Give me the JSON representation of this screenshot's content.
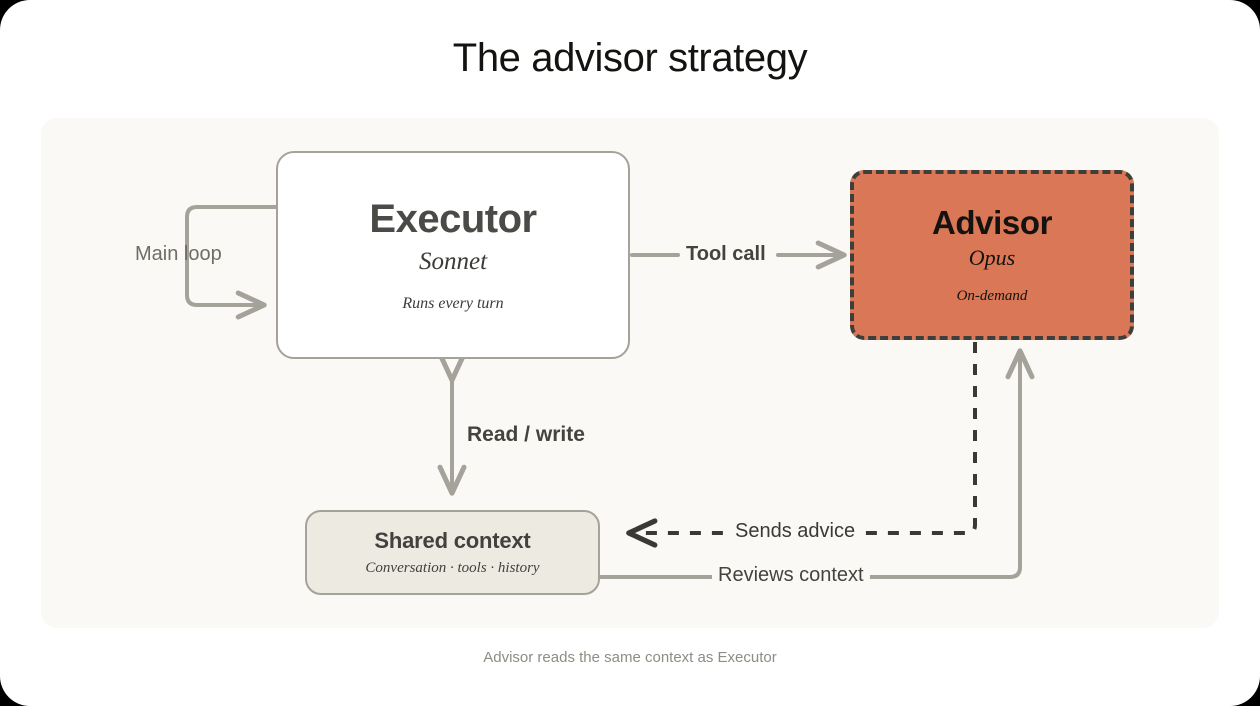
{
  "page": {
    "title": "The advisor strategy",
    "caption": "Advisor reads the same context as Executor"
  },
  "colors": {
    "page_background": "#FFFFFF",
    "panel_background": "#FAF9F5",
    "accent_orange": "#D97757",
    "context_fill": "#EDEAE2",
    "wire_gray": "#A5A299",
    "dashed_dark": "#3E3E3A",
    "title_text": "#14130F",
    "muted_text": "#8E8C83"
  },
  "nodes": {
    "executor": {
      "title": "Executor",
      "subtitle": "Sonnet",
      "note": "Runs every turn"
    },
    "advisor": {
      "title": "Advisor",
      "subtitle": "Opus",
      "note": "On-demand"
    },
    "shared_context": {
      "title": "Shared context",
      "subtitle": "Conversation · tools · history"
    }
  },
  "edges": {
    "main_loop": {
      "label": "Main loop",
      "from": "executor",
      "to": "executor",
      "style": "solid",
      "arrow": "single"
    },
    "tool_call": {
      "label": "Tool call",
      "from": "executor",
      "to": "advisor",
      "style": "solid",
      "arrow": "single"
    },
    "read_write": {
      "label": "Read / write",
      "from": "executor",
      "to": "shared_context",
      "style": "solid",
      "arrow": "double"
    },
    "sends_advice": {
      "label": "Sends advice",
      "from": "advisor",
      "to": "shared_context",
      "style": "dashed",
      "arrow": "single"
    },
    "reviews_context": {
      "label": "Reviews context",
      "from": "shared_context",
      "to": "advisor",
      "style": "solid",
      "arrow": "single"
    }
  }
}
